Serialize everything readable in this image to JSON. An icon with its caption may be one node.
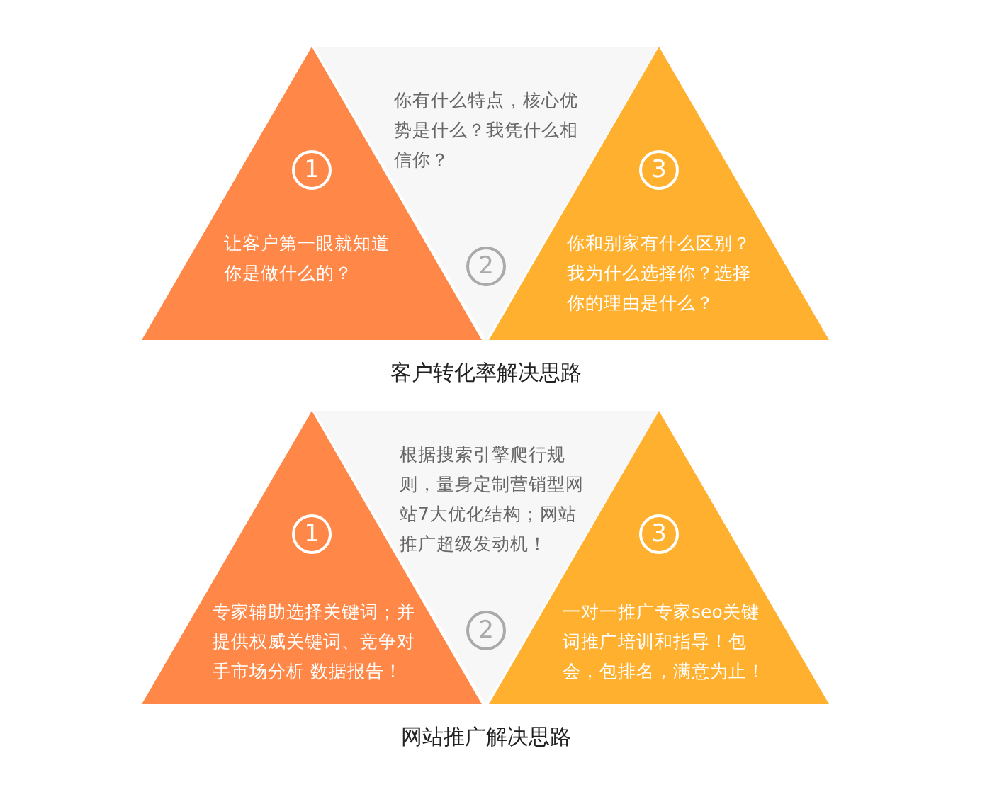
{
  "diagram": {
    "nodes": [
      {
        "text": [
          "1",
          "让客户第一眼就知道你是做什么的？"
        ]
      },
      {
        "text": [
          "你有什么特点，核心优势是什么？我凭什么相信你？",
          "2"
        ]
      },
      {
        "text": [
          "3",
          "你和别家有什么区别？我为什么选择你？选择你的理由是什么？"
        ]
      },
      {
        "text": [
          "1",
          "专家辅助选择关键词；并提供权威关键词、竞争对手市场分析 数据报告！"
        ]
      },
      {
        "text": [
          "根据搜索引擎爬行规则，量身定制营销型网站7大优化结构；网站推广超级发动机！",
          "2"
        ]
      },
      {
        "text": [
          "3",
          "一对一推广专家seo关键词推广培训和指导！包会，包排名，满意为止！"
        ]
      }
    ],
    "labels": [
      "客户转化率解决思路",
      "网站推广解决思路"
    ]
  }
}
